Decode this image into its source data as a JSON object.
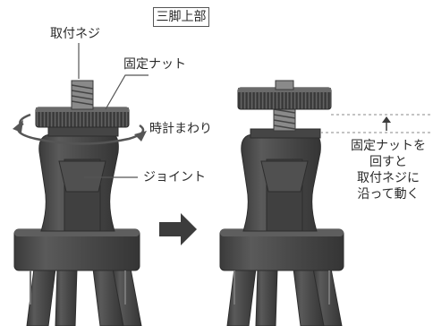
{
  "title": "三脚上部",
  "labels": {
    "mount_screw": "取付ネジ",
    "fixing_nut": "固定ナット",
    "clockwise": "時計まわり",
    "joint": "ジョイント"
  },
  "note_lines": [
    "固定ナットを",
    "回すと",
    "取付ネジに",
    "沿って動く"
  ],
  "colors": {
    "body": "#4a4a4a",
    "body_dark": "#3a3a3a",
    "highlight": "#8a8a8a",
    "line": "#555555",
    "dashed": "#888888",
    "arrow": "#3c3c3c"
  },
  "icons": [
    "rotation-arrow-icon",
    "right-arrow-icon",
    "up-arrow-icon"
  ]
}
